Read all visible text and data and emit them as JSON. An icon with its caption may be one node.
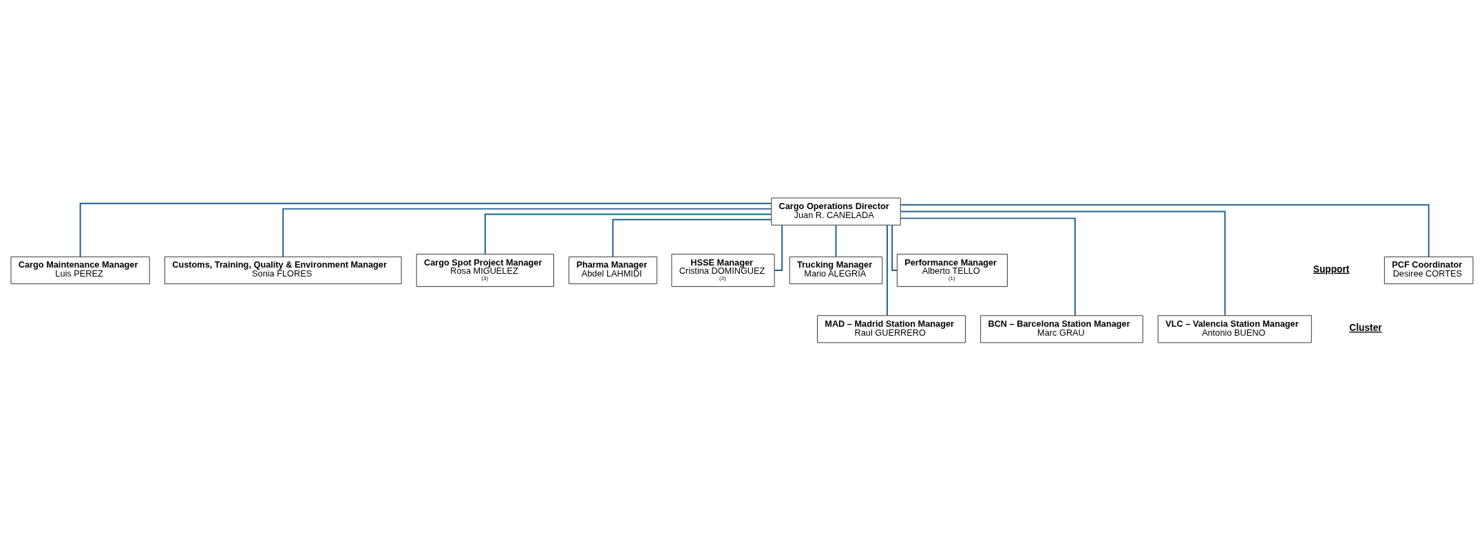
{
  "diagram": {
    "nodes": [
      {
        "text": [
          "Cargo Operations Director",
          "Juan R. CANELADA"
        ]
      },
      {
        "text": [
          "PCF Coordinator",
          "Desiree CORTES"
        ]
      },
      {
        "text": [
          "Cargo Maintenance Manager",
          "Luis PEREZ"
        ]
      },
      {
        "text": [
          "Customs, Training, Quality & Environment Manager",
          "Sonia FLORES"
        ]
      },
      {
        "text": [
          "Cargo Spot Project Manager",
          "Rosa MIGUELEZ",
          "(3)"
        ]
      },
      {
        "text": [
          "Pharma Manager",
          "Abdel LAHMIDI"
        ]
      },
      {
        "text": [
          "HSSE Manager",
          "Cristina DOMINGUEZ",
          "(2)"
        ]
      },
      {
        "text": [
          "Trucking Manager",
          "Mario ALEGRIA"
        ]
      },
      {
        "text": [
          "Performance Manager",
          "Alberto TELLO",
          "(1)"
        ]
      },
      {
        "text": [
          "MAD – Madrid Station Manager",
          "Raul GUERRERO"
        ]
      },
      {
        "text": [
          "BCN – Barcelona Station Manager",
          "Marc GRAU"
        ]
      },
      {
        "text": [
          "VLC – Valencia Station Manager",
          "Antonio BUENO"
        ]
      }
    ],
    "edges": [
      {
        "from": 0,
        "to": 1,
        "arrow": "none"
      },
      {
        "from": 0,
        "to": 2,
        "arrow": "none"
      },
      {
        "from": 0,
        "to": 3,
        "arrow": "none"
      },
      {
        "from": 0,
        "to": 4,
        "arrow": "none"
      },
      {
        "from": 0,
        "to": 5,
        "arrow": "none"
      },
      {
        "from": 0,
        "to": 6,
        "arrow": "none"
      },
      {
        "from": 0,
        "to": 7,
        "arrow": "none"
      },
      {
        "from": 0,
        "to": 8,
        "arrow": "none"
      },
      {
        "from": 0,
        "to": 9,
        "arrow": "none"
      },
      {
        "from": 0,
        "to": 10,
        "arrow": "none"
      },
      {
        "from": 0,
        "to": 11,
        "arrow": "none"
      }
    ],
    "labels": [
      "Support",
      "Cluster"
    ]
  }
}
